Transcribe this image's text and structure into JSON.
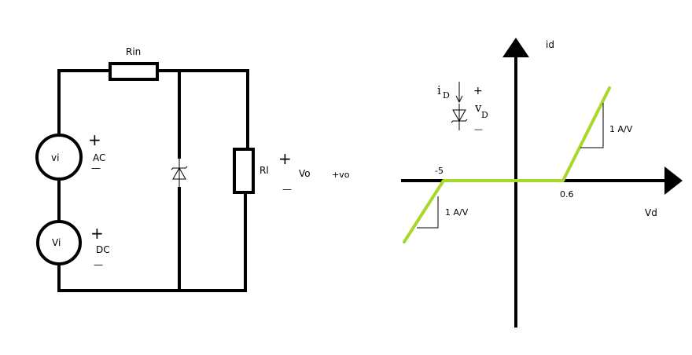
{
  "circuit": {
    "resistor_in_label": "Rin",
    "resistor_load_label": "Rl",
    "ac_source_label": "vi",
    "ac_source_caption": "AC",
    "dc_source_label": "Vi",
    "dc_source_caption": "DC",
    "plus_sign": "+",
    "minus_sign": "—",
    "output_label": "Vo",
    "output_small_label": "+vo"
  },
  "graph": {
    "y_axis_label": "id",
    "x_axis_label": "Vd",
    "current_symbol": "i",
    "current_subscript": "D",
    "voltage_symbol": "v",
    "voltage_subscript": "D",
    "plus_sign": "+",
    "minus_sign": "—",
    "slope_label_left": "1 A/V",
    "slope_label_right": "1 A/V",
    "tick_left_label": "-5",
    "tick_right_label": "0.6",
    "curve_color": "#a8d82a"
  }
}
